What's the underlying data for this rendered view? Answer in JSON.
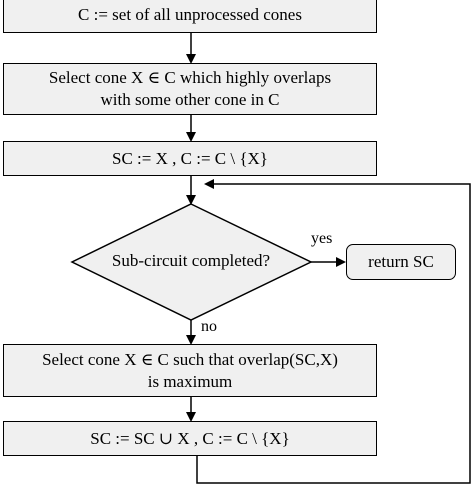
{
  "nodes": {
    "init": {
      "text": "C := set of all unprocessed cones"
    },
    "select_first": {
      "line1": "Select cone X ∈ C which highly overlaps",
      "line2": "with some other cone in C"
    },
    "assign_sc": {
      "text": "SC := X , C := C \\ {X}"
    },
    "decision": {
      "text": "Sub-circuit completed?"
    },
    "return": {
      "text": "return SC"
    },
    "select_max": {
      "line1": "Select cone X ∈ C such that overlap(SC,X)",
      "line2": "is maximum"
    },
    "update_sc": {
      "text": "SC := SC ∪ X , C := C \\ {X}"
    }
  },
  "edges": {
    "yes_label": "yes",
    "no_label": "no"
  },
  "colors": {
    "box_fill": "#f0f0f0",
    "stroke": "#000000"
  }
}
